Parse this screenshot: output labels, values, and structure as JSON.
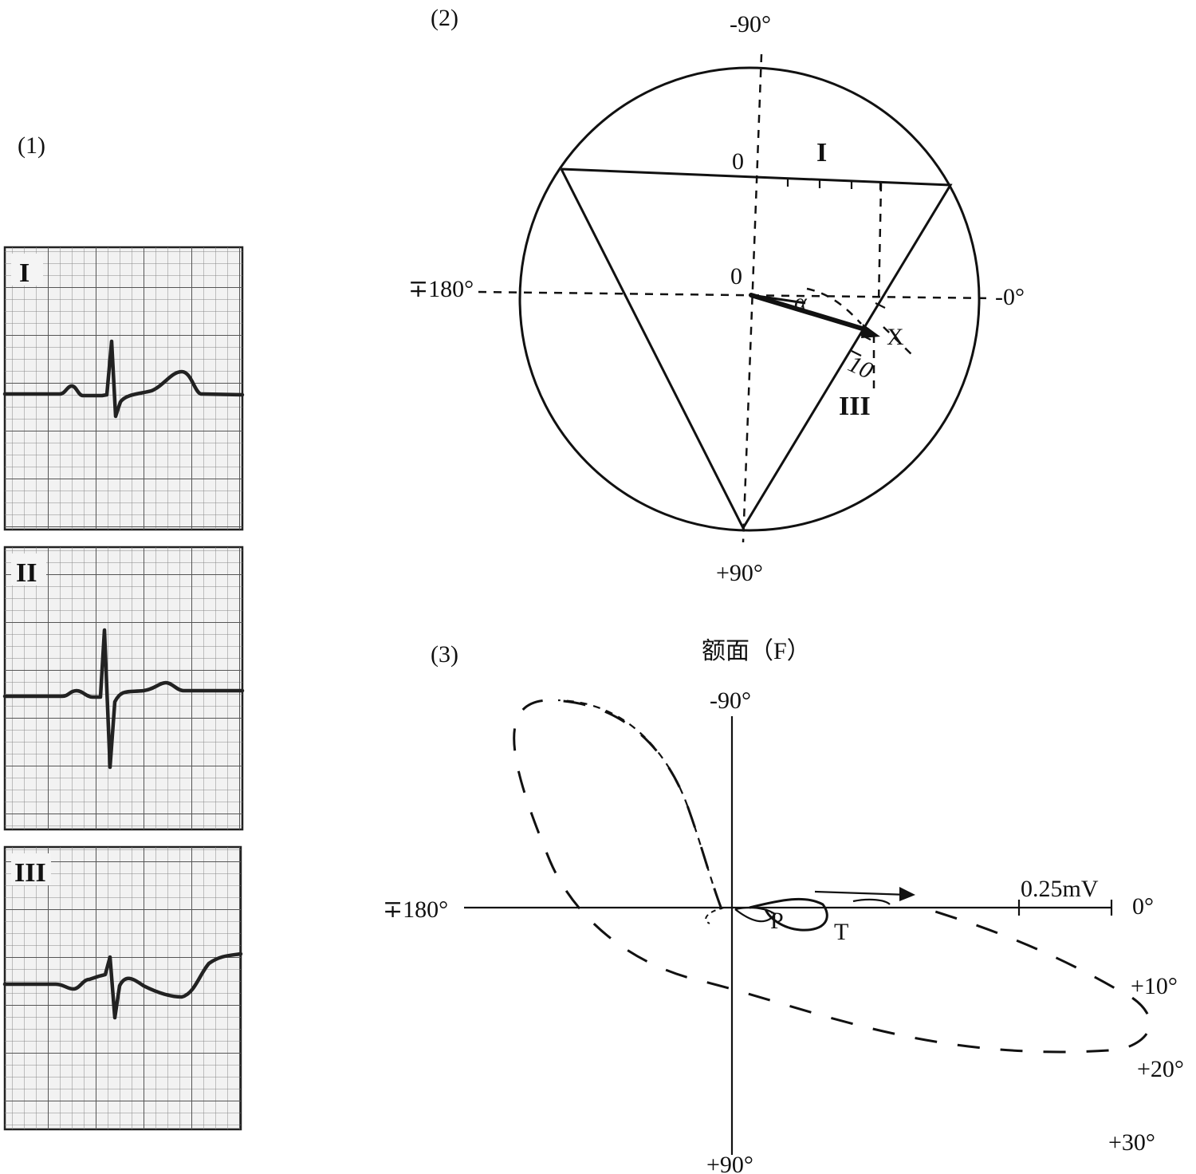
{
  "panels": {
    "p1": "(1)",
    "p2": "(2)",
    "p3": "(3)"
  },
  "ecg": {
    "leads": [
      "I",
      "II",
      "III"
    ]
  },
  "hexaxial": {
    "top_angle": "-90°",
    "bottom_angle": "+90°",
    "left_angle": "∓180°",
    "right_angle": "-0°",
    "lead_I": "I",
    "lead_III": "III",
    "zero_top": "0",
    "zero_center": "0",
    "alpha": "α",
    "x_label": "X",
    "small_mark": "10"
  },
  "vector_loop": {
    "title": "额面（F）",
    "top_angle": "-90°",
    "bottom_angle": "+90°",
    "left_angle": "∓180°",
    "right_angle": "0°",
    "scale_label": "0.25mV",
    "p_label": "P",
    "t_label": "T",
    "angle_10": "+10°",
    "angle_20": "+20°",
    "angle_30": "+30°"
  }
}
